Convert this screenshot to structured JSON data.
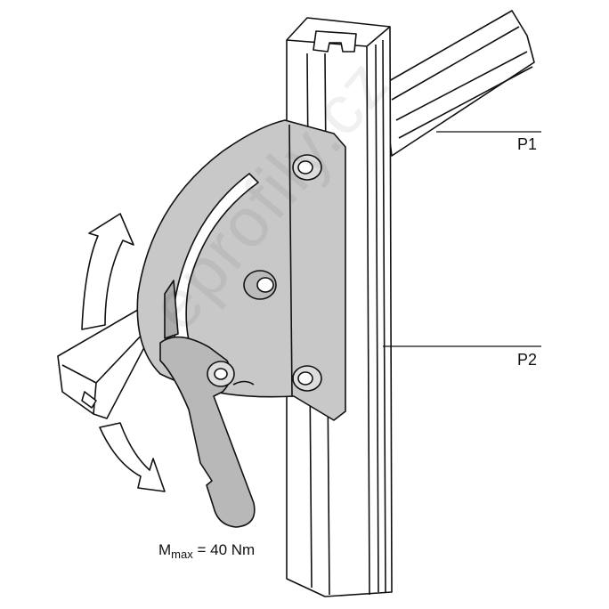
{
  "labels": {
    "p1": "P1",
    "p2": "P2"
  },
  "torque": {
    "symbol": "M",
    "subscript": "max",
    "value": " = 40 Nm"
  },
  "watermark": "eprofily.cz",
  "colors": {
    "plate": "#c8c8c8",
    "line": "#111111",
    "profile": "#ffffff"
  }
}
